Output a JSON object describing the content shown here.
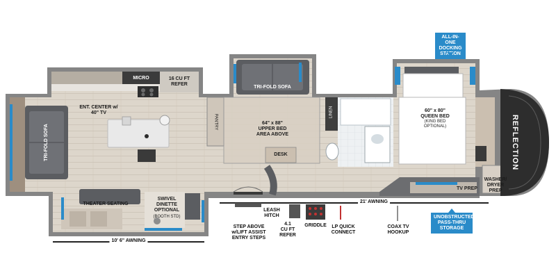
{
  "brand": {
    "wordmark": "REFLECTION"
  },
  "callouts": {
    "docking_station": "ALL-IN-ONE\nDOCKING\nSTATION",
    "pass_thru": "UNOBSTRUCTED\nPASS-THRU\nSTORAGE"
  },
  "rooms": {
    "micro": "MICRO",
    "refer_16": "16 CU FT\nREFER",
    "ent_center": "ENT. CENTER w/\n40\" TV",
    "tri_fold_sofa_left": "TRI-FOLD SOFA",
    "tri_fold_sofa_top": "TRI-FOLD SOFA",
    "pantry": "PANTRY",
    "upper_bed": "64\" x 88\"\nUPPER BED\nAREA ABOVE",
    "linen": "LINEN",
    "desk": "DESK",
    "queen_bed": "60\" x 80\"\nQUEEN BED",
    "king_bed": "(KING BED\nOPTIONAL)",
    "theater_seating": "THEATER SEATING",
    "swivel_dinette": "SWIVEL\nDINETTE\nOPTIONAL",
    "booth_std": "(BOOTH STD)",
    "tv_prep": "TV PREP",
    "washer_dryer": "WASHER/\nDRYER\nPREP"
  },
  "awnings": {
    "left": "10' 6\" AWNING",
    "right": "21' AWNING"
  },
  "exterior": {
    "step": "STEP ABOVE\nw/LIFT ASSIST\nENTRY STEPS",
    "leash": "LEASH\nHITCH",
    "refer_41": "4.1\nCU FT\nREFER",
    "griddle": "GRIDDLE",
    "lp": "LP QUICK\nCONNECT",
    "coax": "COAX TV\nHOOKUP"
  },
  "colors": {
    "accent_blue": "#2a8bc9",
    "wall": "#7d7d7d",
    "floor": "#ddd6cb",
    "sofa": "#5b5d61",
    "counter": "#e9e9e9"
  }
}
